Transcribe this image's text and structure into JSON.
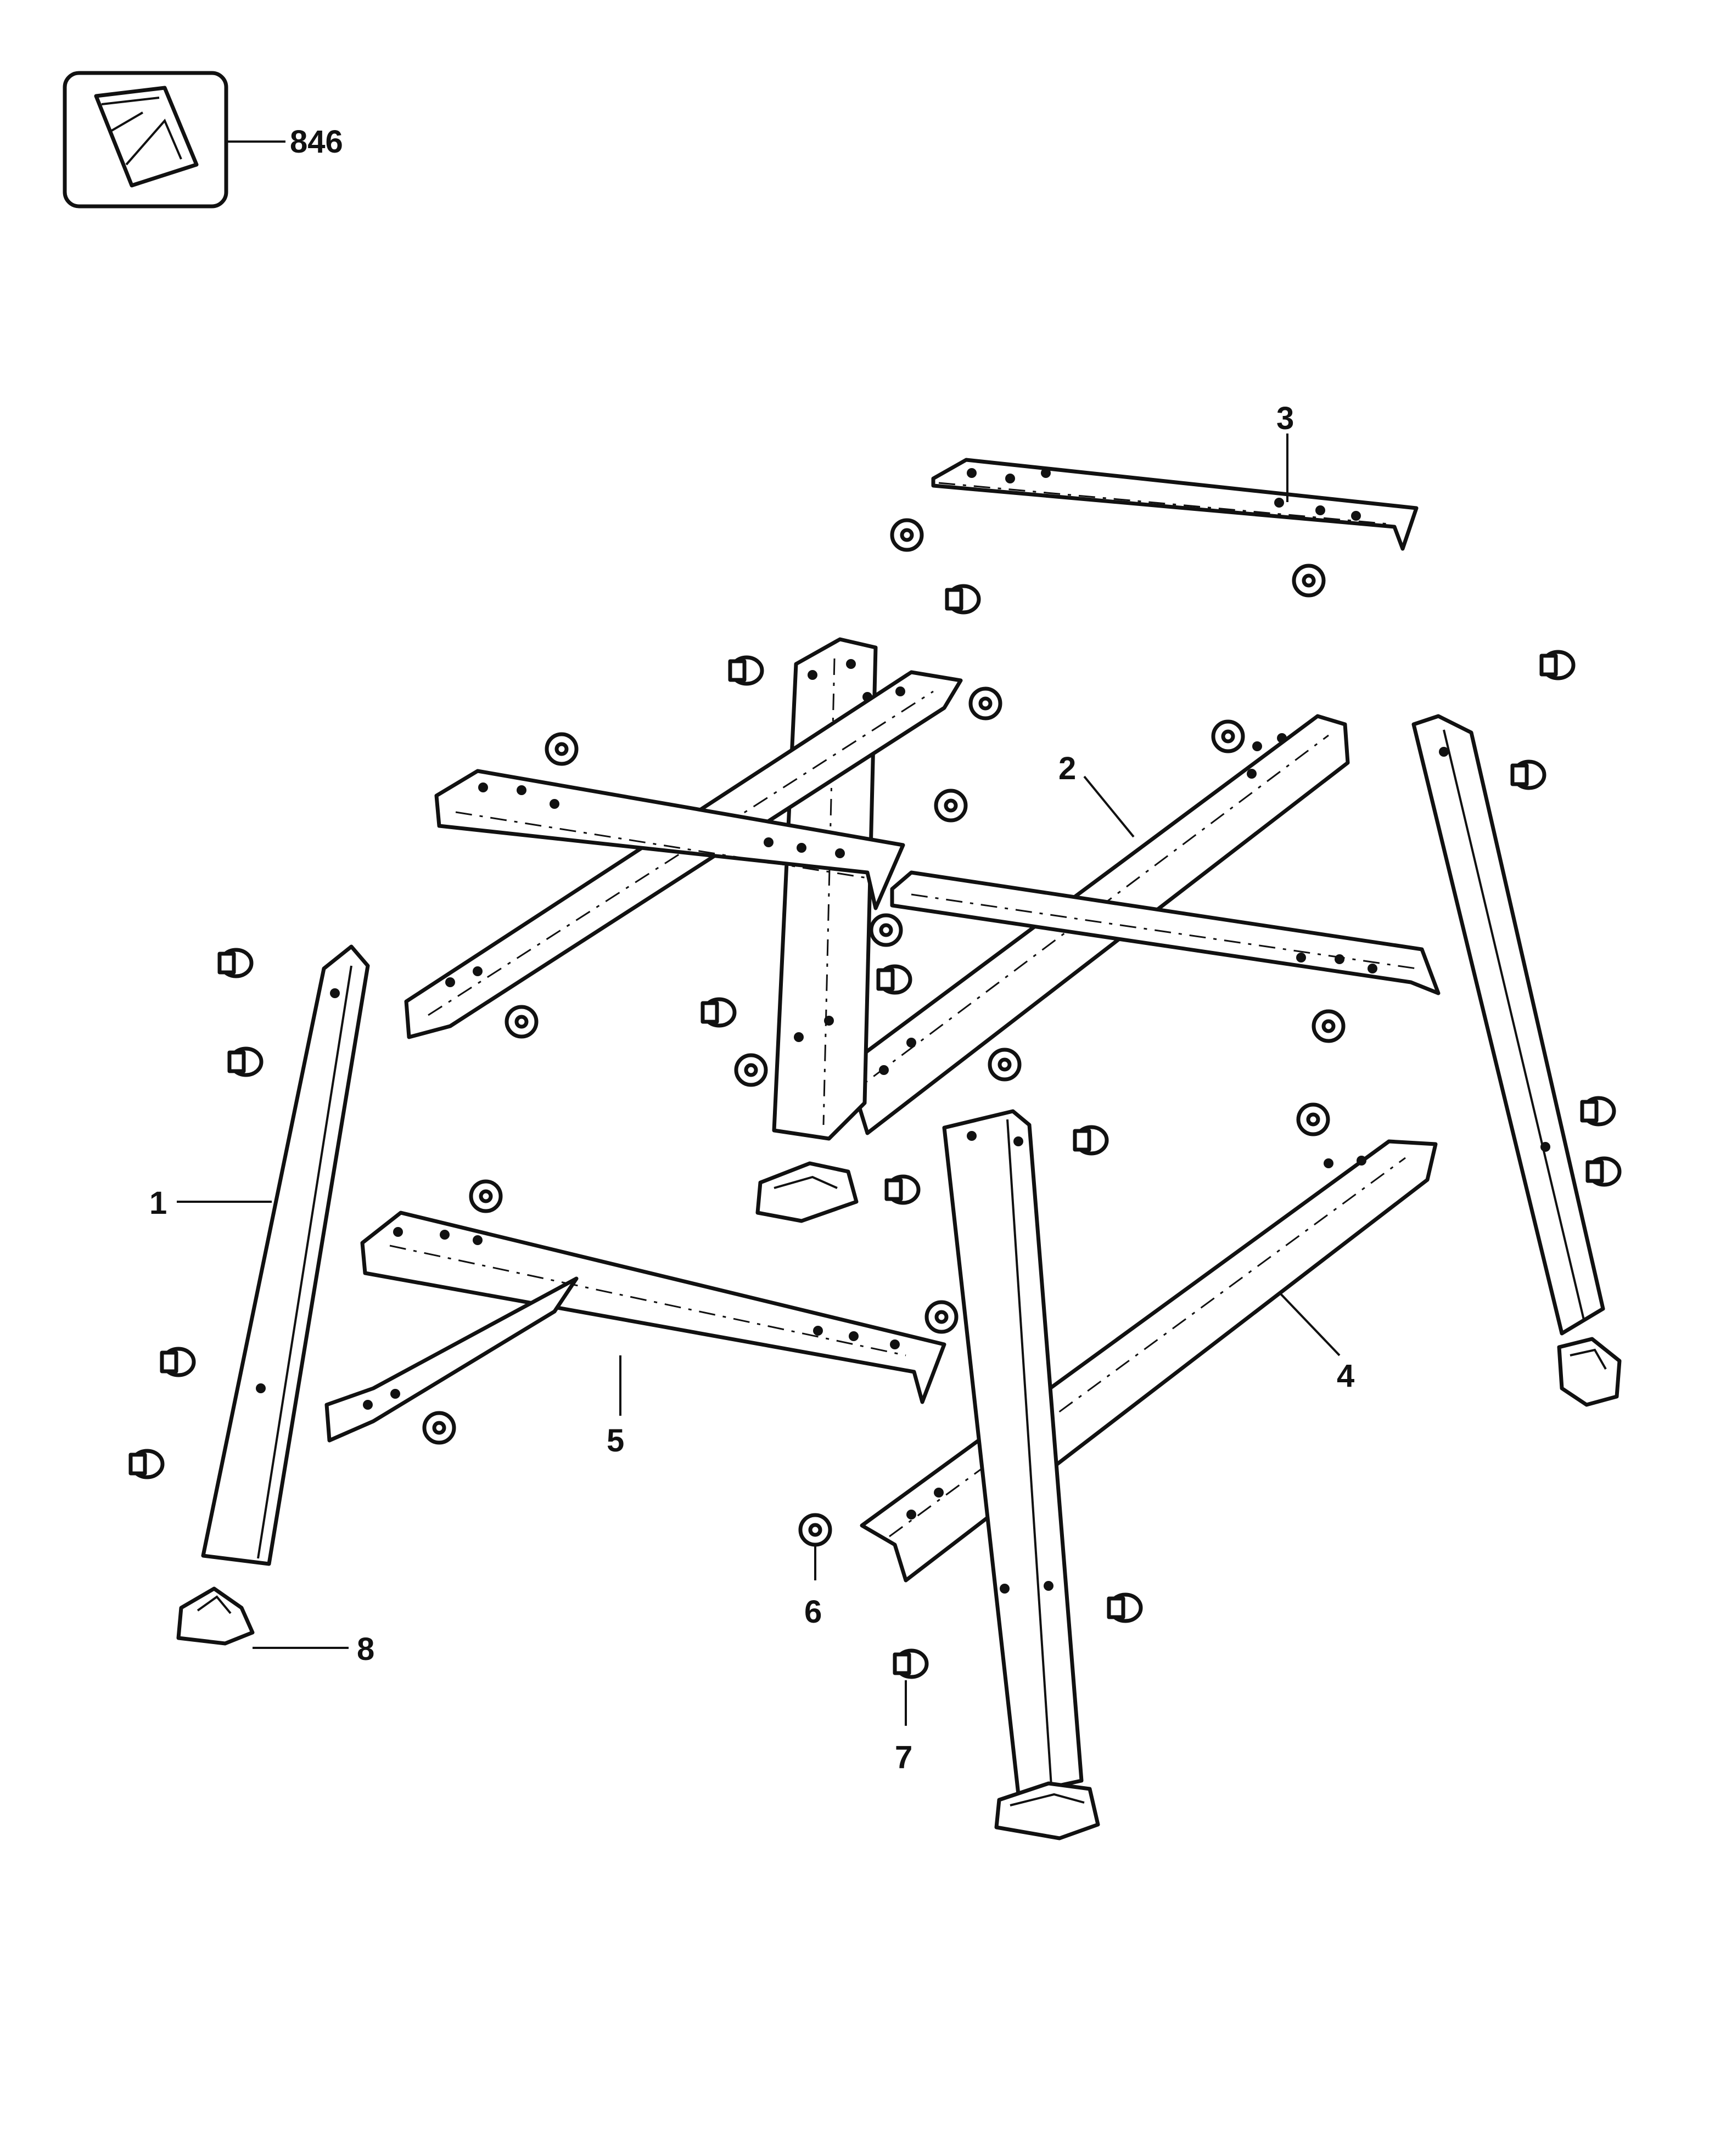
{
  "callouts": {
    "label_846": "846",
    "label_1": "1",
    "label_2": "2",
    "label_3": "3",
    "label_4": "4",
    "label_5": "5",
    "label_6": "6",
    "label_7": "7",
    "label_8": "8"
  },
  "icons": {
    "kit_icon": "hardware-bag-icon"
  },
  "colors": {
    "ink": "#111111",
    "paper": "#ffffff"
  }
}
